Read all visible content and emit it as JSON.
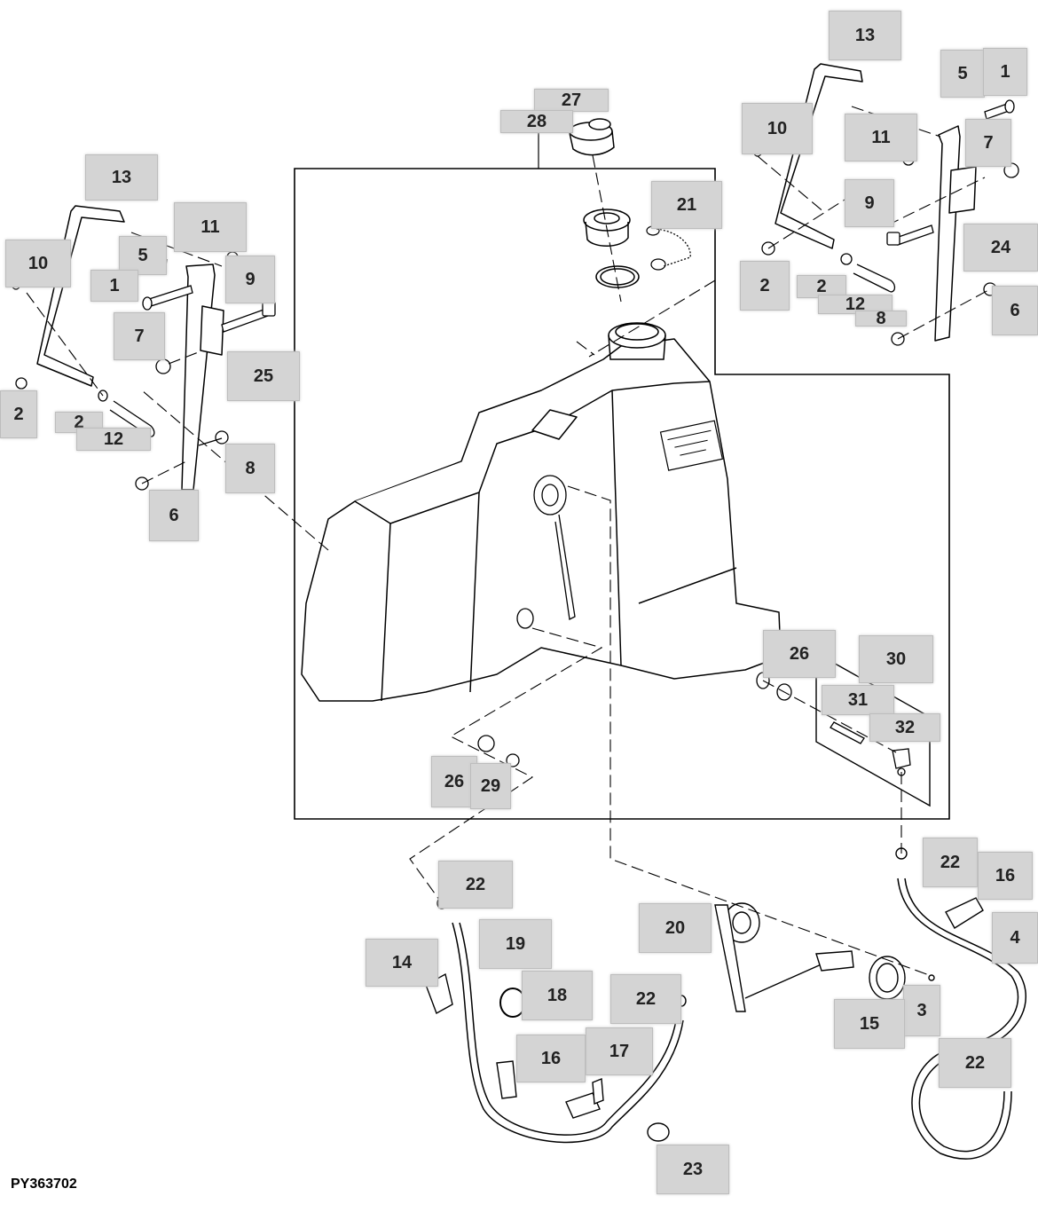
{
  "figure_id": "PY363702",
  "callouts": [
    "13",
    "5",
    "1",
    "10",
    "11",
    "7",
    "9",
    "24",
    "2",
    "12",
    "8",
    "6",
    "27",
    "28",
    "21",
    "25",
    "26",
    "30",
    "31",
    "32",
    "29",
    "22",
    "16",
    "4",
    "20",
    "19",
    "14",
    "18",
    "17",
    "15",
    "3",
    "23"
  ]
}
